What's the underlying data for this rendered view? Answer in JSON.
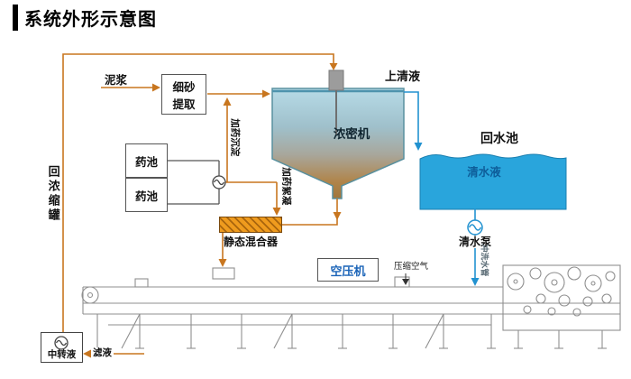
{
  "title": "系统外形示意图",
  "labels": {
    "mud": "泥浆",
    "sand_extractor": [
      "细砂",
      "提取"
    ],
    "supernatant": "上清液",
    "thickener": "浓密机",
    "return_pool": "回水池",
    "clear_water": "清水液",
    "clear_water_pump": "清水泵",
    "flush_pipe": "冲洗水管",
    "chem_pool_a": "药池",
    "chem_pool_b": "药池",
    "dose_settling": "加药沉淀",
    "dose_flocculation": "加药絮凝",
    "static_mixer": "静态混合器",
    "air_compressor": "空压机",
    "compressed_air": "压缩空气",
    "return_to_thickener": "回浓缩罐",
    "transfer_liquid": "中转液",
    "filtrate": "滤液"
  },
  "colors": {
    "slurry_line": "#c8761f",
    "water_line": "#2292d0",
    "pool_fill": "#29a5dc",
    "mixer_fill": "#ef9b1e",
    "machine_line": "#8f8f8f"
  }
}
